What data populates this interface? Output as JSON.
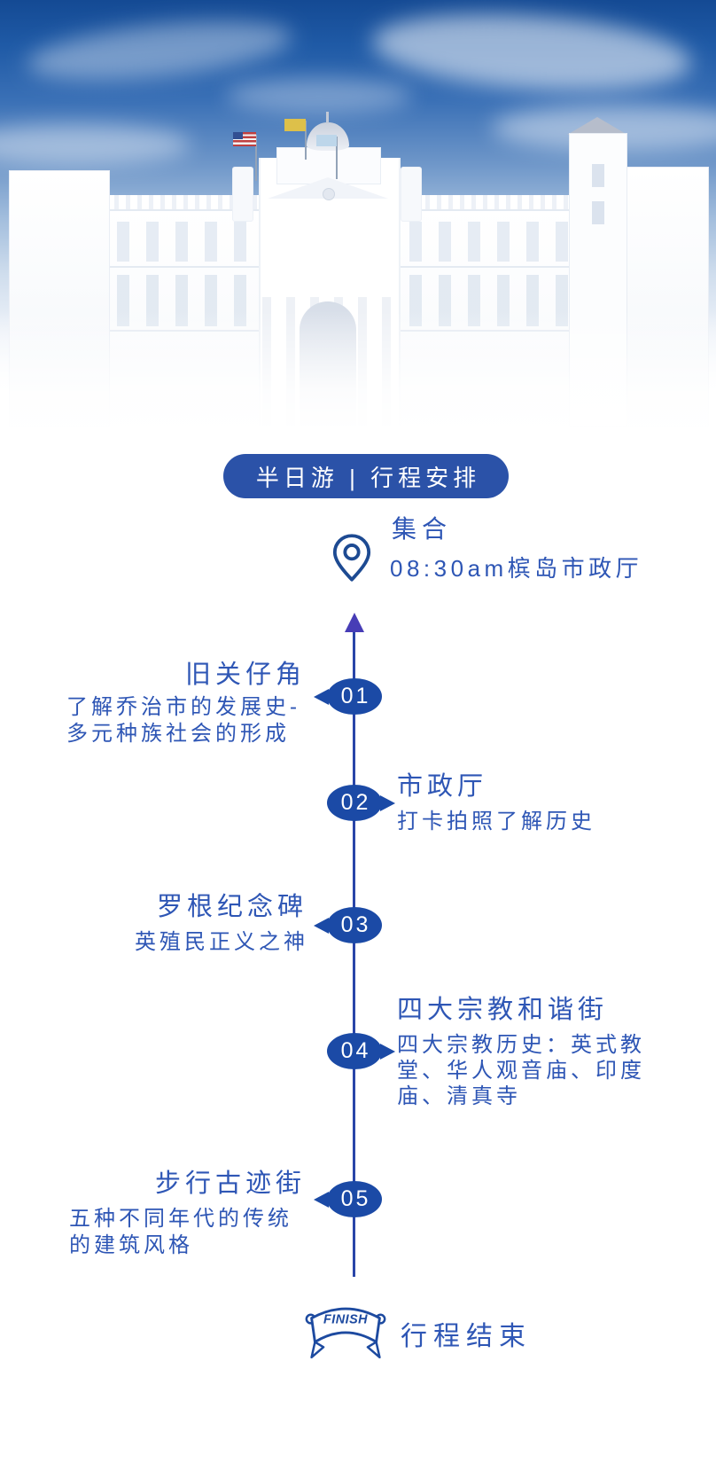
{
  "colors": {
    "pill-bg": "#2b52a8",
    "pill-text": "#ffffff",
    "text": "#2e56b5",
    "badge-bg": "#1b4aa6",
    "line": "#2945a8",
    "arrow": "#473db6",
    "pin": "#1d4a92",
    "finish": "#1d4aa0"
  },
  "banner": {
    "label": "半日游 | 行程安排"
  },
  "meeting": {
    "title": "集合",
    "time_location": "08:30am槟岛市政厅"
  },
  "timeline": {
    "stops": [
      {
        "number": "01",
        "side": "left",
        "title": "旧关仔角",
        "desc": "了解乔治市的发展史-\n多元种族社会的形成"
      },
      {
        "number": "02",
        "side": "right",
        "title": "市政厅",
        "desc": "打卡拍照了解历史"
      },
      {
        "number": "03",
        "side": "left",
        "title": "罗根纪念碑",
        "desc": "英殖民正义之神"
      },
      {
        "number": "04",
        "side": "right",
        "title": "四大宗教和谐街",
        "desc": "四大宗教历史：英式教\n堂、华人观音庙、印度\n庙、清真寺"
      },
      {
        "number": "05",
        "side": "left",
        "title": "步行古迹街",
        "desc": "五种不同年代的传统\n的建筑风格"
      }
    ]
  },
  "finish": {
    "flag_label": "FINISH",
    "label": "行程结束"
  },
  "icons": {
    "pin": "location-pin-icon",
    "arrow": "up-arrow-icon",
    "finish_flag": "finish-flag-icon"
  }
}
